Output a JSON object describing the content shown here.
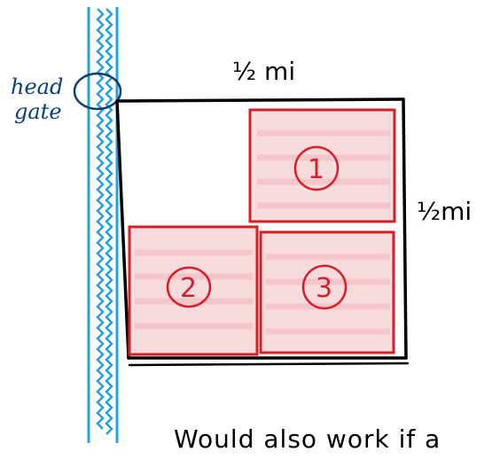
{
  "labels": {
    "top_width": "½ mi",
    "right_height": "½mi",
    "head_gate_line1": "head",
    "head_gate_line2": "gate",
    "caption": "Would also work if a"
  },
  "plots": [
    {
      "id": "1",
      "label": "1"
    },
    {
      "id": "2",
      "label": "2"
    },
    {
      "id": "3",
      "label": "3"
    }
  ],
  "colors": {
    "canal": "#2a9fd8",
    "plot_outline": "#d61f26",
    "plot_fill": "#f6cfd1",
    "ink": "#000000",
    "head_gate": "#0b3f73"
  }
}
